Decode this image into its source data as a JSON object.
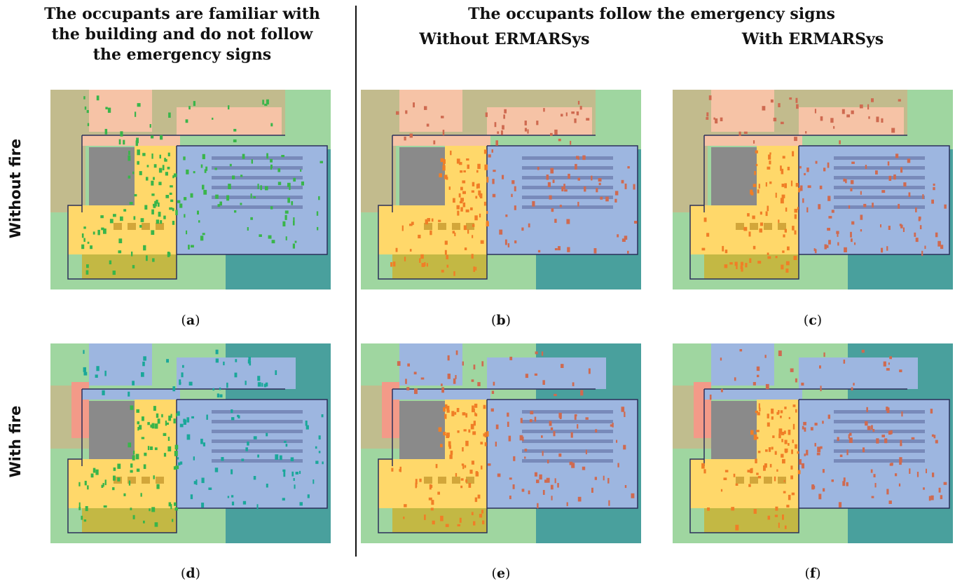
{
  "headers": {
    "col1_line1": "The occupants are familiar with",
    "col1_line2": "the building and do not follow",
    "col1_line3": "the emergency signs",
    "group": "The occupants follow the emergency signs",
    "col2": "Without ERMARSys",
    "col3": "With ERMARSys"
  },
  "rows": {
    "top": "Without fire",
    "bottom": "With fire"
  },
  "captions": {
    "a": "a",
    "b": "b",
    "c": "c",
    "d": "d",
    "e": "e",
    "f": "f"
  },
  "colors": {
    "green_bg": "#9fd6a0",
    "orange_zone": "#f6c3a6",
    "tan_zone": "#c8b68a",
    "blue_zone": "#9db6e0",
    "teal_zone": "#3f9a9c",
    "yellow_zone": "#ffd86a",
    "olive_zone": "#c7b53a",
    "gray_block": "#8a8a8a",
    "agent_green": "#39b54a",
    "agent_teal": "#1aa79a",
    "agent_orange": "#f07e26",
    "agent_red": "#cf6a50"
  }
}
